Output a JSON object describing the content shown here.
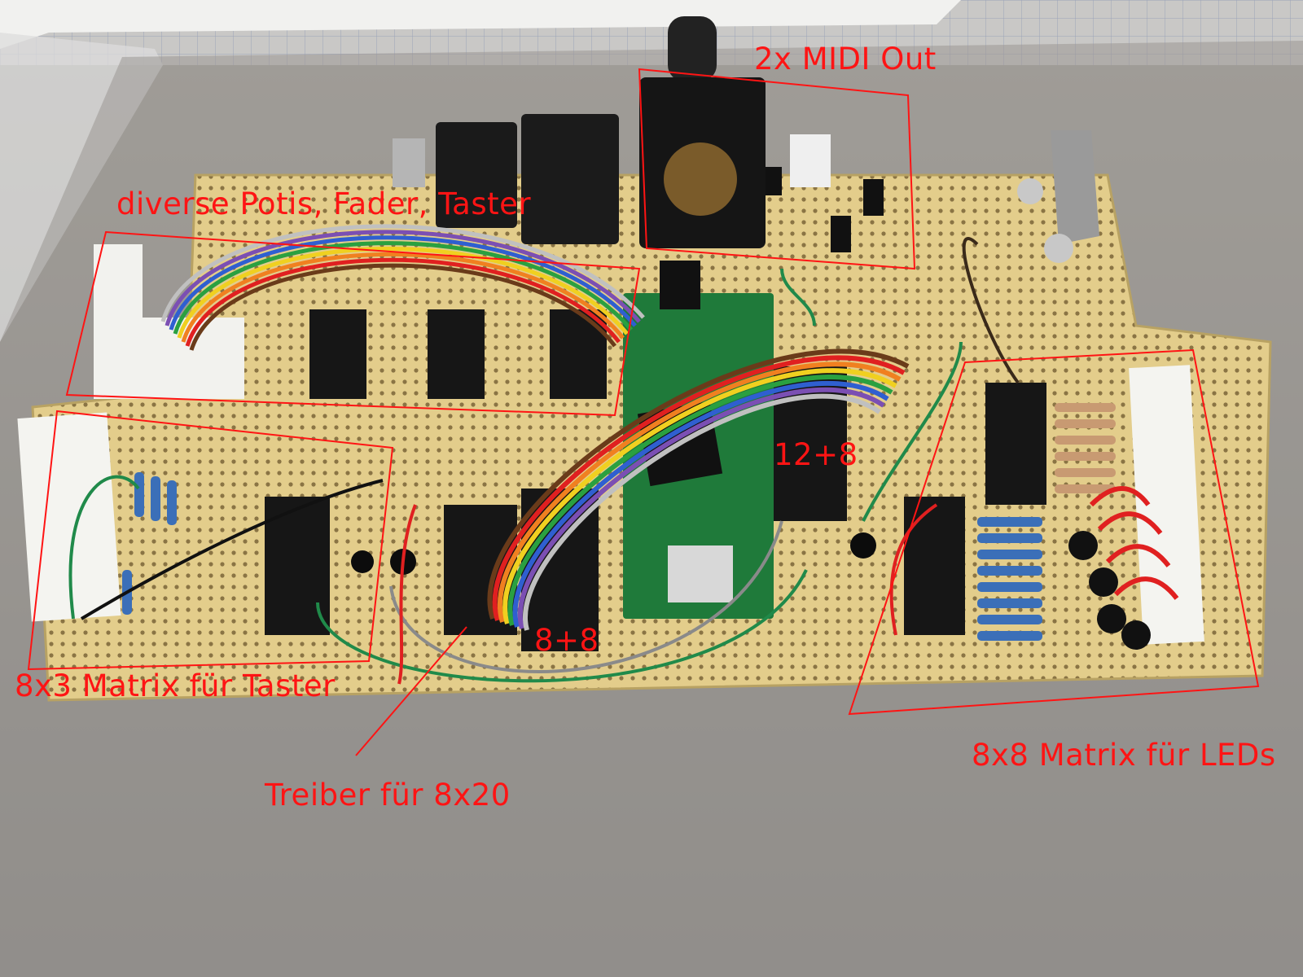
{
  "annotations": {
    "midi_out": "2x MIDI Out",
    "potis": "diverse Potis, Fader, Taster",
    "matrix_taster": "8x3 Matrix für Taster",
    "driver": "Treiber für 8x20",
    "matrix_leds": "8x8 Matrix für LEDs",
    "header_12_8": "12+8",
    "header_8_8": "8+8"
  },
  "colors": {
    "annotation": "#ff1414",
    "board": "#e2cc88",
    "background": "#8f8d88"
  }
}
